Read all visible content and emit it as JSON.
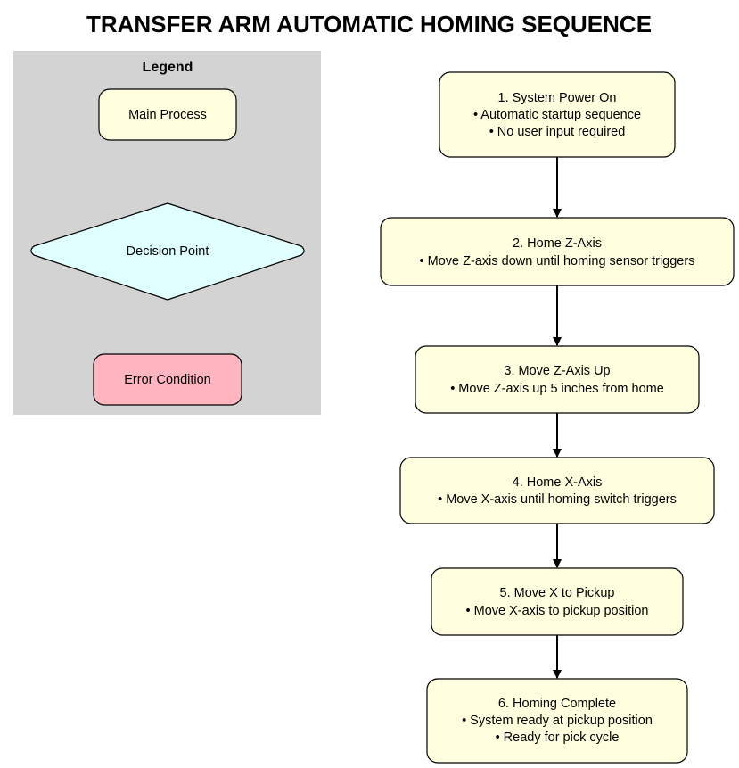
{
  "title": "TRANSFER ARM AUTOMATIC HOMING SEQUENCE",
  "colors": {
    "process_fill": "#ffffe0",
    "decision_fill": "#e0ffff",
    "error_fill": "#ffb6c1",
    "legend_bg": "#d3d3d3",
    "stroke": "#000000"
  },
  "legend": {
    "title": "Legend",
    "items": [
      {
        "label": "Main Process",
        "shape": "rounded-rect"
      },
      {
        "label": "Decision Point",
        "shape": "diamond"
      },
      {
        "label": "Error Condition",
        "shape": "rounded-rect"
      }
    ]
  },
  "steps": [
    {
      "heading": "1. System Power On",
      "bullets": [
        "• Automatic startup sequence",
        "• No user input required"
      ]
    },
    {
      "heading": "2. Home Z-Axis",
      "bullets": [
        "• Move Z-axis down until homing sensor triggers"
      ]
    },
    {
      "heading": "3. Move Z-Axis Up",
      "bullets": [
        "• Move Z-axis up 5 inches from home"
      ]
    },
    {
      "heading": "4. Home X-Axis",
      "bullets": [
        "• Move X-axis until homing switch triggers"
      ]
    },
    {
      "heading": "5. Move X to Pickup",
      "bullets": [
        "• Move X-axis to pickup position"
      ]
    },
    {
      "heading": "6. Homing Complete",
      "bullets": [
        "• System ready at pickup position",
        "• Ready for pick cycle"
      ]
    }
  ]
}
